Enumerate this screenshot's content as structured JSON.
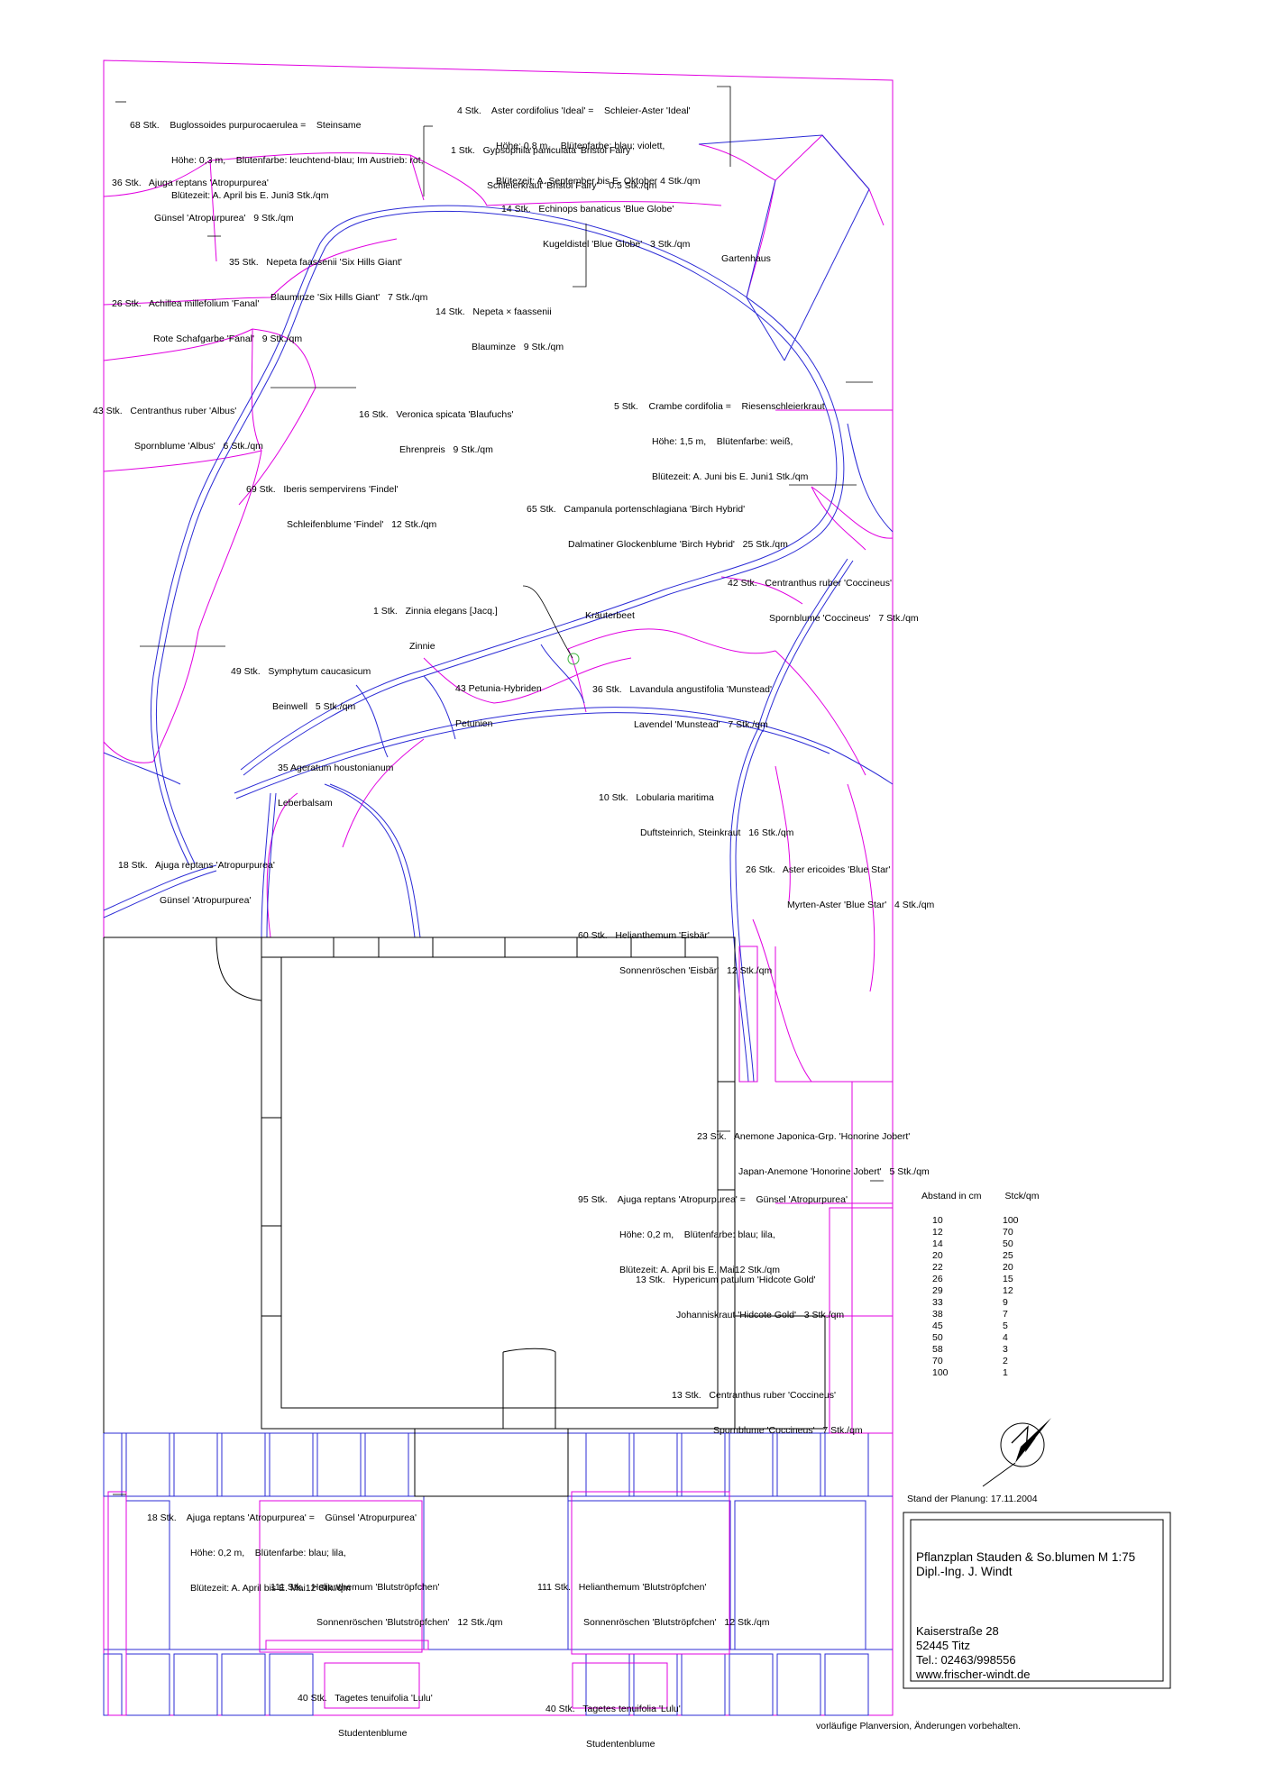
{
  "plants": [
    {
      "id": "buglossoides",
      "lines": [
        "68 Stk.    Buglossoides purpurocaerulea =    Steinsame",
        "Höhe: 0,3 m,    Blütenfarbe: leuchtend-blau; Im Austrieb: rot,",
        "Blütezeit: A. April bis E. Juni3 Stk./qm"
      ]
    },
    {
      "id": "aster-cordifolius",
      "lines": [
        "4 Stk.    Aster cordifolius 'Ideal' =    Schleier-Aster 'Ideal'",
        "Höhe: 0,8 m,    Blütenfarbe: blau; violett,",
        "Blütezeit: A. September bis E. Oktober 4 Stk./qm"
      ]
    },
    {
      "id": "gypsophila",
      "lines": [
        "1 Stk.   Gypsophila paniculata 'Bristol Fairy'",
        "Schleierkraut 'Bristol Fairy'    0.5 Stk./qm"
      ]
    },
    {
      "id": "ajuga-1",
      "lines": [
        "36 Stk.   Ajuga reptans 'Atropurpurea'",
        "Günsel 'Atropurpurea'   9 Stk./qm"
      ]
    },
    {
      "id": "echinops",
      "lines": [
        "14 Stk.   Echinops banaticus 'Blue Globe'",
        "Kugeldistel 'Blue Globe'   3 Stk./qm"
      ]
    },
    {
      "id": "nepeta-1",
      "lines": [
        "35 Stk.   Nepeta faassenii 'Six Hills Giant'",
        "Blauminze 'Six Hills Giant'   7 Stk./qm"
      ]
    },
    {
      "id": "achillea",
      "lines": [
        "26 Stk.   Achillea millefolium 'Fanal'",
        "Rote Schafgarbe 'Fanal'   9 Stk./qm"
      ]
    },
    {
      "id": "nepeta-2",
      "lines": [
        "14 Stk.   Nepeta × faassenii",
        "Blauminze   9 Stk./qm"
      ]
    },
    {
      "id": "crambe",
      "lines": [
        "5 Stk.    Crambe cordifolia =    Riesenschleierkraut",
        "Höhe: 1,5 m,    Blütenfarbe: weiß,",
        "Blütezeit: A. Juni bis E. Juni1 Stk./qm"
      ]
    },
    {
      "id": "centranthus-albus",
      "lines": [
        "43 Stk.   Centranthus ruber 'Albus'",
        "Spornblume 'Albus'   6 Stk./qm"
      ]
    },
    {
      "id": "veronica",
      "lines": [
        "16 Stk.   Veronica spicata 'Blaufuchs'",
        "Ehrenpreis   9 Stk./qm"
      ]
    },
    {
      "id": "iberis",
      "lines": [
        "69 Stk.   Iberis sempervirens 'Findel'",
        "Schleifenblume 'Findel'   12 Stk./qm"
      ]
    },
    {
      "id": "campanula",
      "lines": [
        "65 Stk.   Campanula portenschlagiana 'Birch Hybrid'",
        "Dalmatiner Glockenblume 'Birch Hybrid'   25 Stk./qm"
      ]
    },
    {
      "id": "centranthus-coc-1",
      "lines": [
        "42 Stk.   Centranthus ruber 'Coccineus'",
        "Spornblume 'Coccineus'   7 Stk./qm"
      ]
    },
    {
      "id": "zinnia",
      "lines": [
        "1 Stk.   Zinnia elegans [Jacq.]",
        "Zinnie"
      ]
    },
    {
      "id": "symphytum",
      "lines": [
        "49 Stk.   Symphytum caucasicum",
        "Beinwell   5 Stk./qm"
      ]
    },
    {
      "id": "petunia",
      "lines": [
        "43 Petunia-Hybriden",
        "Petunien"
      ]
    },
    {
      "id": "lavandula",
      "lines": [
        "36 Stk.   Lavandula angustifolia 'Munstead'",
        "Lavendel 'Munstead'   7 Stk./qm"
      ]
    },
    {
      "id": "ageratum",
      "lines": [
        "35 Ageratum houstonianum",
        "Leberbalsam"
      ]
    },
    {
      "id": "lobularia",
      "lines": [
        "10 Stk.   Lobularia maritima",
        "Duftsteinrich, Steinkraut   16 Stk./qm"
      ]
    },
    {
      "id": "ajuga-2",
      "lines": [
        "18 Stk.   Ajuga reptans 'Atropurpurea'",
        "Günsel 'Atropurpurea'"
      ]
    },
    {
      "id": "aster-ericoides",
      "lines": [
        "26 Stk.   Aster ericoides 'Blue Star'",
        "Myrten-Aster 'Blue Star'   4 Stk./qm"
      ]
    },
    {
      "id": "helianthemum-eisbaer",
      "lines": [
        "60 Stk.   Helianthemum 'Eisbär'",
        "Sonnenröschen 'Eisbär'   12 Stk./qm"
      ]
    },
    {
      "id": "anemone",
      "lines": [
        "23 Stk.   Anemone Japonica-Grp. 'Honorine Jobert'",
        "Japan-Anemone 'Honorine Jobert'   5 Stk./qm"
      ]
    },
    {
      "id": "ajuga-3",
      "lines": [
        "95 Stk.    Ajuga reptans 'Atropurpurea' =    Günsel 'Atropurpurea'",
        "Höhe: 0,2 m,    Blütenfarbe: blau; lila,",
        "Blütezeit: A. April bis E. Mai12 Stk./qm"
      ]
    },
    {
      "id": "hypericum",
      "lines": [
        "13 Stk.   Hypericum patulum 'Hidcote Gold'",
        "Johanniskraut 'Hidcote Gold'   3 Stk./qm"
      ]
    },
    {
      "id": "centranthus-coc-2",
      "lines": [
        "13 Stk.   Centranthus ruber 'Coccineus'",
        "Spornblume 'Coccineus'   7 Stk./qm"
      ]
    },
    {
      "id": "ajuga-4",
      "lines": [
        "18 Stk.    Ajuga reptans 'Atropurpurea' =    Günsel 'Atropurpurea'",
        "Höhe: 0,2 m,    Blütenfarbe: blau; lila,",
        "Blütezeit: A. April bis E. Mai12 Stk./qm"
      ]
    },
    {
      "id": "helianthemum-1",
      "lines": [
        "111 Stk.   Helianthemum 'Blutströpfchen'",
        "Sonnenröschen 'Blutströpfchen'   12 Stk./qm"
      ]
    },
    {
      "id": "helianthemum-2",
      "lines": [
        "111 Stk.   Helianthemum 'Blutströpfchen'",
        "Sonnenröschen 'Blutströpfchen'   12 Stk./qm"
      ]
    },
    {
      "id": "tagetes-1",
      "lines": [
        "40 Stk.   Tagetes tenuifolia 'Lulu'",
        "Studentenblume"
      ]
    },
    {
      "id": "tagetes-2",
      "lines": [
        "40 Stk.   Tagetes tenuifolia 'Lulu'",
        "Studentenblume"
      ]
    }
  ],
  "areas": {
    "gartenhaus": "Gartenhaus",
    "kraeuterbeet": "Kräuterbeet"
  },
  "legend": {
    "col1": "Abstand in cm",
    "col2": "Stck/qm",
    "rows": [
      [
        "10",
        "100"
      ],
      [
        "12",
        "70"
      ],
      [
        "14",
        "50"
      ],
      [
        "20",
        "25"
      ],
      [
        "22",
        "20"
      ],
      [
        "26",
        "15"
      ],
      [
        "29",
        "12"
      ],
      [
        "33",
        "9"
      ],
      [
        "38",
        "7"
      ],
      [
        "45",
        "5"
      ],
      [
        "50",
        "4"
      ],
      [
        "58",
        "3"
      ],
      [
        "70",
        "2"
      ],
      [
        "100",
        "1"
      ]
    ]
  },
  "stamp": "Stand der Planung: 17.11.2004",
  "titleblock": {
    "title": "Pflanzplan Stauden & So.blumen M 1:75",
    "author": "Dipl.-Ing. J. Windt",
    "street": "Kaiserstraße 28",
    "city": "52445 Titz",
    "phone": "Tel.: 02463/998556",
    "web": "www.frischer-windt.de"
  },
  "footer": "vorläufige Planversion, Änderungen vorbehalten.",
  "colors": {
    "bed": "#e100e1",
    "path": "#2b2bd6",
    "house": "#000000"
  }
}
